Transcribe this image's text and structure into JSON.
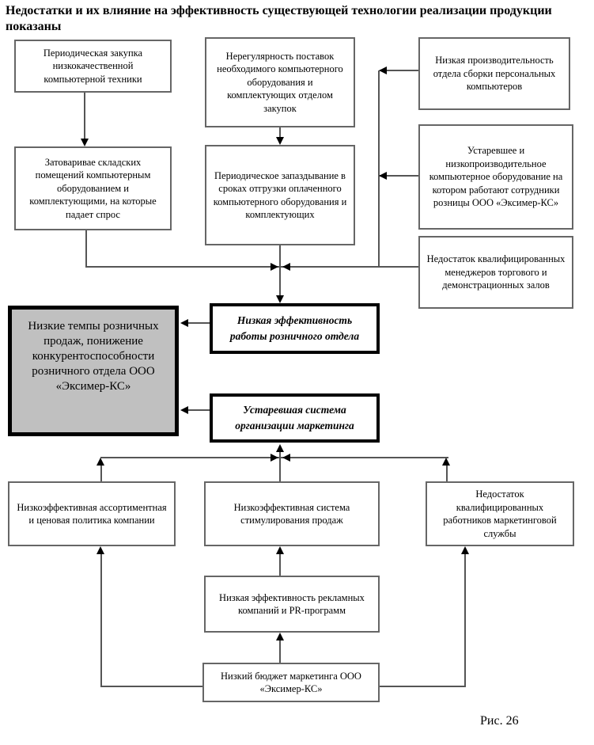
{
  "title": "Недостатки и их влияние на эффективность существующей технологии реализации продукции\nпоказаны",
  "caption": "Рис. 26",
  "colors": {
    "line": "#555555",
    "box_border": "#666666",
    "strong_border": "#000000",
    "emphasis_fill": "#c0c0c0",
    "arrowhead": "#000000"
  },
  "nodes": {
    "periodic_purchase": {
      "label": "Периодическая закупка низкокачественной компьютерной техники"
    },
    "irregular_supplies": {
      "label": "Нерегулярность поставок необходимого компьютерного оборудования и комплектующих отделом закупок"
    },
    "low_assembly_productivity": {
      "label": "Низкая производительность отдела сборки персональных компьютеров"
    },
    "warehouse_overstock": {
      "label": "Затоваривае складских помещений компьютерным оборудованием и комплектующими, на которые падает спрос"
    },
    "shipping_delays": {
      "label": "Периодическое запаздывание в сроках отгрузки оплаченного компьютерного оборудования и комплектующих"
    },
    "outdated_equipment": {
      "label": "Устаревшее и низкопроизводительное компьютерное оборудование на котором работают сотрудники  розницы ООО «Эксимер-КС»"
    },
    "lack_qualified_managers": {
      "label": "Недостаток квалифицированных менеджеров торгового и демонстрационных  залов"
    },
    "low_retail_efficiency": {
      "label": "Низкая эффективность работы розничного отдела"
    },
    "main_outcome": {
      "label": "Низкие темпы розничных продаж, понижение конкурентоспособности розничного отдела ООО «Эксимер-КС»"
    },
    "outdated_marketing": {
      "label": "Устаревшая система организации  маркетинга"
    },
    "assortment_pricing": {
      "label": "Низкоэффективная ассортиментная и ценовая политика компании"
    },
    "sales_stimulation": {
      "label": "Низкоэффективная система стимулирования продаж"
    },
    "lack_marketing_staff": {
      "label": "Недостаток квалифицированных работников маркетинговой службы"
    },
    "ad_pr_efficiency": {
      "label": "Низкая эффективность рекламных компаний и PR-программ"
    },
    "marketing_budget": {
      "label": "Низкий бюджет маркетинга ООО «Эксимер-КС»"
    }
  }
}
